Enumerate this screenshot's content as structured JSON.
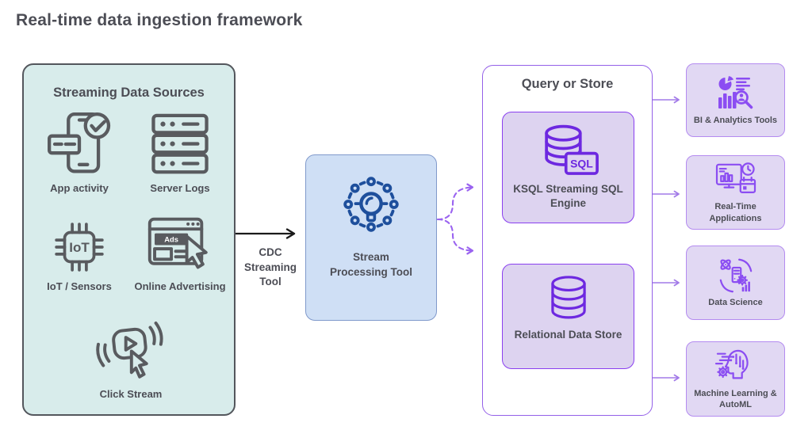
{
  "title": "Real-time data ingestion framework",
  "sources": {
    "title": "Streaming Data Sources",
    "items": [
      {
        "label": "App activity",
        "icon": "app-activity-icon"
      },
      {
        "label": "Server Logs",
        "icon": "server-logs-icon"
      },
      {
        "label": "IoT / Sensors",
        "icon": "iot-chip-icon",
        "icon_text": "IoT"
      },
      {
        "label": "Online Advertising",
        "icon": "online-ads-icon",
        "icon_text": "Ads"
      },
      {
        "label": "Click Stream",
        "icon": "click-stream-icon"
      }
    ]
  },
  "cdc": {
    "label": "CDC Streaming Tool"
  },
  "processing": {
    "label": "Stream Processing Tool",
    "icon": "idea-network-icon"
  },
  "query_store": {
    "title": "Query or Store",
    "items": [
      {
        "label": "KSQL Streaming SQL Engine",
        "icon": "database-sql-icon",
        "icon_text": "SQL"
      },
      {
        "label": "Relational Data Store",
        "icon": "database-icon"
      }
    ]
  },
  "destinations": [
    {
      "label": "BI & Analytics Tools",
      "icon": "bi-analytics-icon"
    },
    {
      "label": "Real-Time Applications",
      "icon": "realtime-apps-icon"
    },
    {
      "label": "Data Science",
      "icon": "data-science-icon"
    },
    {
      "label": "Machine Learning & AutoML",
      "icon": "ml-automl-icon"
    }
  ],
  "colors": {
    "title_text": "#4c4d55",
    "sources_fill": "#d8eceb",
    "sources_border": "#53565c",
    "source_icon_gray": "#595b5f",
    "processing_fill": "#cfdff5",
    "processing_border": "#8099cb",
    "processing_icon_navy": "#1e4f9c",
    "query_border": "#9460e8",
    "query_item_fill": "#ddd3f0",
    "query_item_border": "#8a3ff0",
    "query_icon_violet": "#6d28e0",
    "dest_fill": "#e1d8f3",
    "dest_border": "#b48bf0",
    "dest_icon_purple": "#8b4df2",
    "arrow_black": "#1a1a1a",
    "arrow_dashed_purple": "#9a63f0",
    "arrow_light_purple": "#a27ae8"
  }
}
